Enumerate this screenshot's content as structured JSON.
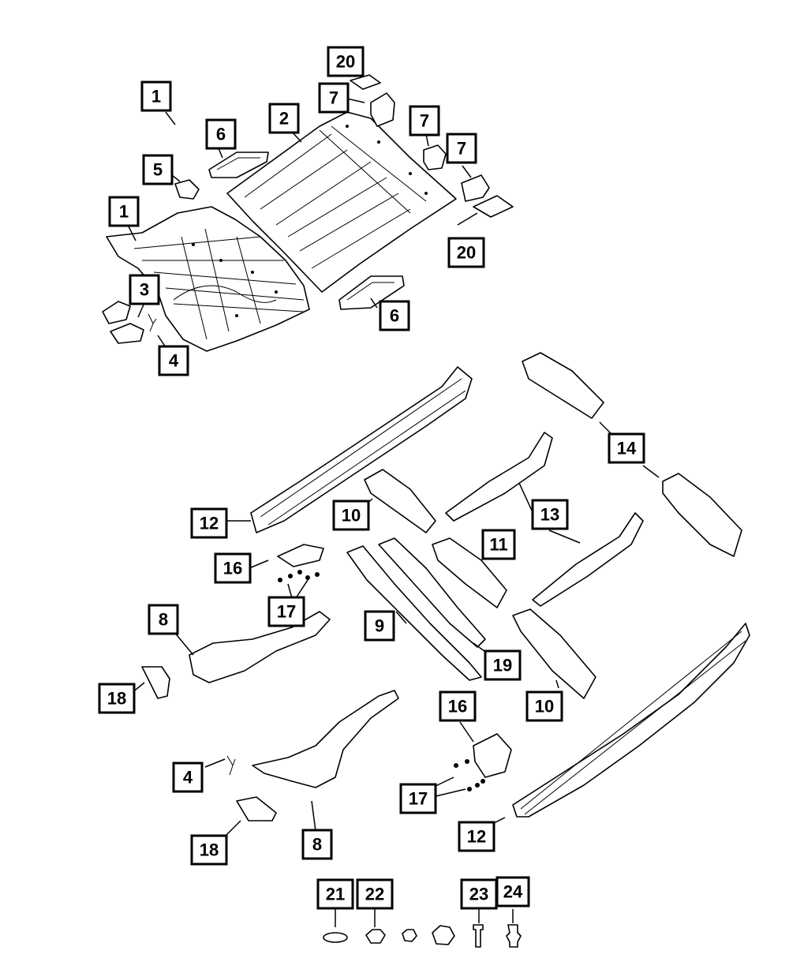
{
  "callouts": [
    {
      "id": "c1a",
      "num": "1"
    },
    {
      "id": "c1b",
      "num": "1"
    },
    {
      "id": "c2",
      "num": "2"
    },
    {
      "id": "c3",
      "num": "3"
    },
    {
      "id": "c4a",
      "num": "4"
    },
    {
      "id": "c4b",
      "num": "4"
    },
    {
      "id": "c5",
      "num": "5"
    },
    {
      "id": "c6a",
      "num": "6"
    },
    {
      "id": "c6b",
      "num": "6"
    },
    {
      "id": "c7a",
      "num": "7"
    },
    {
      "id": "c7b",
      "num": "7"
    },
    {
      "id": "c7c",
      "num": "7"
    },
    {
      "id": "c8a",
      "num": "8"
    },
    {
      "id": "c8b",
      "num": "8"
    },
    {
      "id": "c9",
      "num": "9"
    },
    {
      "id": "c10a",
      "num": "10"
    },
    {
      "id": "c10b",
      "num": "10"
    },
    {
      "id": "c11",
      "num": "11"
    },
    {
      "id": "c12a",
      "num": "12"
    },
    {
      "id": "c12b",
      "num": "12"
    },
    {
      "id": "c13",
      "num": "13"
    },
    {
      "id": "c14",
      "num": "14"
    },
    {
      "id": "c16a",
      "num": "16"
    },
    {
      "id": "c16b",
      "num": "16"
    },
    {
      "id": "c17a",
      "num": "17"
    },
    {
      "id": "c17b",
      "num": "17"
    },
    {
      "id": "c18a",
      "num": "18"
    },
    {
      "id": "c18b",
      "num": "18"
    },
    {
      "id": "c19",
      "num": "19"
    },
    {
      "id": "c20a",
      "num": "20"
    },
    {
      "id": "c20b",
      "num": "20"
    },
    {
      "id": "c21",
      "num": "21"
    },
    {
      "id": "c22",
      "num": "22"
    },
    {
      "id": "c23",
      "num": "23"
    },
    {
      "id": "c24",
      "num": "24"
    }
  ]
}
